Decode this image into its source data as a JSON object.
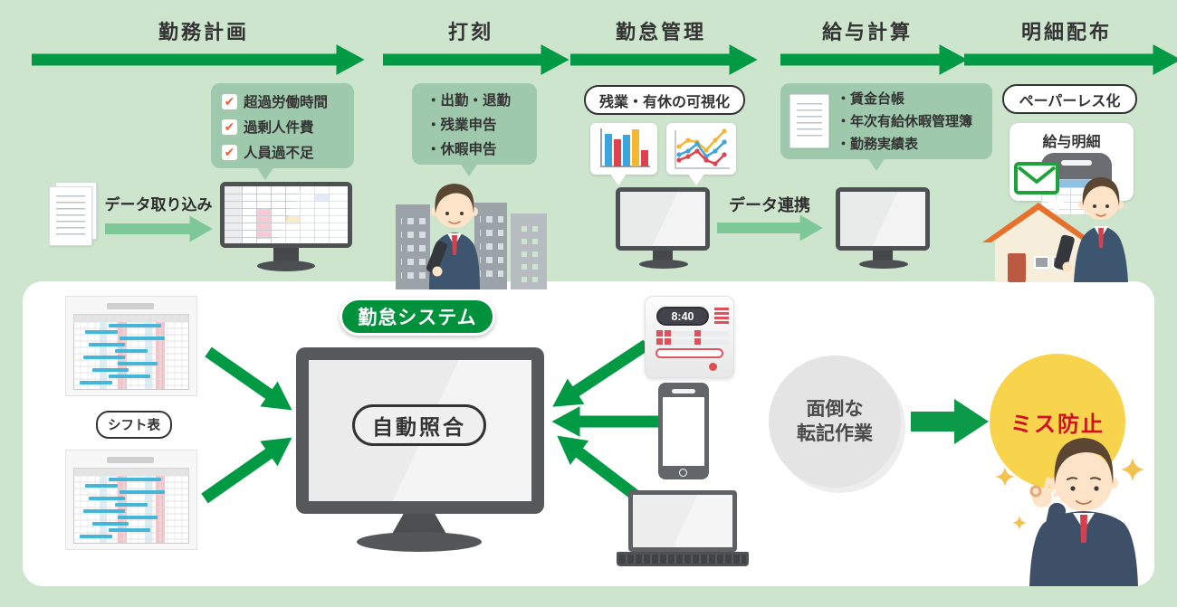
{
  "flow_steps": [
    {
      "label": "勤務計画"
    },
    {
      "label": "打刻"
    },
    {
      "label": "勤怠管理"
    },
    {
      "label": "給与計算"
    },
    {
      "label": "明細配布"
    }
  ],
  "planning": {
    "checklist": [
      "超過労働時間",
      "過剰人件費",
      "人員過不足"
    ],
    "import_label": "データ取り込み"
  },
  "stamping": {
    "items": [
      "・出勤・退勤",
      "・残業申告",
      "・休暇申告"
    ]
  },
  "attendance": {
    "visualization_label": "残業・有休の可視化",
    "link_label": "データ連携"
  },
  "payroll": {
    "items": [
      "・賃金台帳",
      "・年次有給休暇管理簿",
      "・勤務実績表"
    ]
  },
  "distribution": {
    "paperless_label": "ペーパーレス化",
    "payslip_label": "給与明細"
  },
  "system": {
    "badge_label": "勤怠システム",
    "auto_match_label": "自動照合",
    "shift_table_label": "シフト表",
    "clock_time": "8:40",
    "problem_line1": "面倒な",
    "problem_line2": "転記作業",
    "result_label": "ミス防止"
  },
  "icons": {
    "checkmark": "✔"
  },
  "colors": {
    "background_green": "#cde4cd",
    "bubble_green": "#9fc9ac",
    "arrow_green": "#009944",
    "arrow_light_green": "#7ec898",
    "badge_green": "#00913c",
    "result_red": "#cf1126",
    "highlight_yellow": "#f7d44c"
  }
}
